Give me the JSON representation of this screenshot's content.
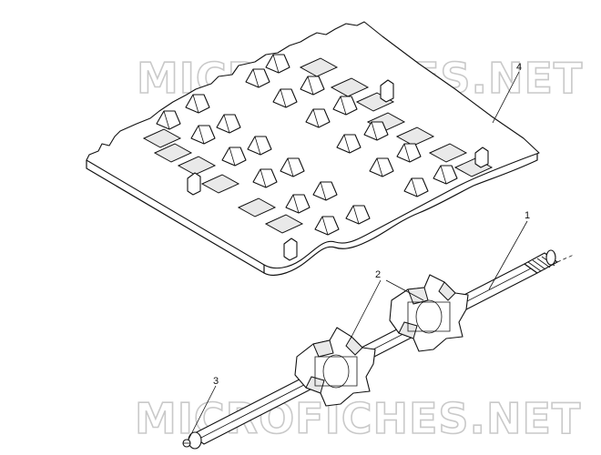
{
  "watermark": {
    "top": "MICROFICHES.NET",
    "bottom": "MICROFICHES.NET"
  },
  "callouts": {
    "c1": "1",
    "c2": "2",
    "c3": "3",
    "c4": "4"
  }
}
